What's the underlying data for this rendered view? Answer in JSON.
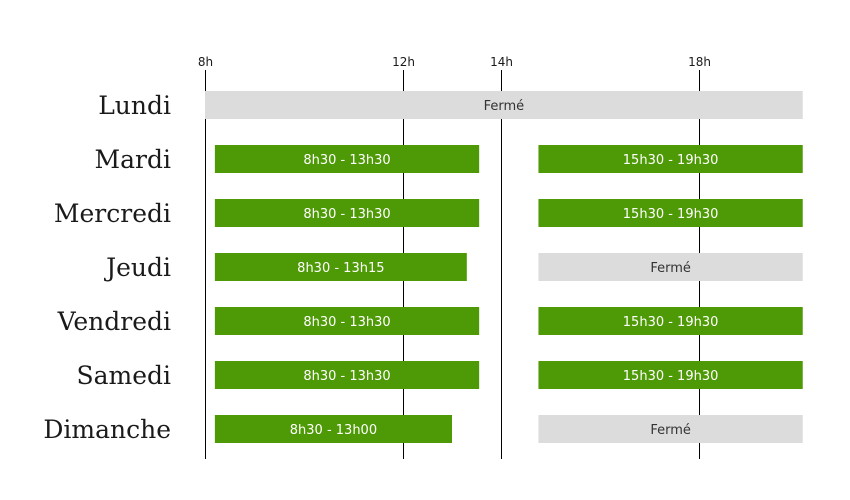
{
  "chart_data": {
    "type": "bar",
    "orientation": "horizontal-range",
    "title": "",
    "x_range_hours": [
      8,
      20.1
    ],
    "ticks": [
      {
        "label": "8h",
        "value": 8
      },
      {
        "label": "12h",
        "value": 12
      },
      {
        "label": "14h",
        "value": 14
      },
      {
        "label": "18h",
        "value": 18
      }
    ],
    "colors": {
      "open": "#4e9a06",
      "open_text": "#ffffff",
      "closed": "#dcdcdc",
      "closed_text": "#333333",
      "axis": "#000000"
    },
    "days": [
      {
        "label": "Lundi",
        "bars": [
          {
            "label": "Fermé",
            "start": 8,
            "end": 20.1,
            "status": "closed"
          }
        ]
      },
      {
        "label": "Mardi",
        "bars": [
          {
            "label": "8h30 - 13h30",
            "start": 8.2,
            "end": 13.55,
            "status": "open"
          },
          {
            "label": "15h30 - 19h30",
            "start": 14.75,
            "end": 20.1,
            "status": "open"
          }
        ]
      },
      {
        "label": "Mercredi",
        "bars": [
          {
            "label": "8h30 - 13h30",
            "start": 8.2,
            "end": 13.55,
            "status": "open"
          },
          {
            "label": "15h30 - 19h30",
            "start": 14.75,
            "end": 20.1,
            "status": "open"
          }
        ]
      },
      {
        "label": "Jeudi",
        "bars": [
          {
            "label": "8h30 - 13h15",
            "start": 8.2,
            "end": 13.3,
            "status": "open"
          },
          {
            "label": "Fermé",
            "start": 14.75,
            "end": 20.1,
            "status": "closed"
          }
        ]
      },
      {
        "label": "Vendredi",
        "bars": [
          {
            "label": "8h30 - 13h30",
            "start": 8.2,
            "end": 13.55,
            "status": "open"
          },
          {
            "label": "15h30 - 19h30",
            "start": 14.75,
            "end": 20.1,
            "status": "open"
          }
        ]
      },
      {
        "label": "Samedi",
        "bars": [
          {
            "label": "8h30 - 13h30",
            "start": 8.2,
            "end": 13.55,
            "status": "open"
          },
          {
            "label": "15h30 - 19h30",
            "start": 14.75,
            "end": 20.1,
            "status": "open"
          }
        ]
      },
      {
        "label": "Dimanche",
        "bars": [
          {
            "label": "8h30 - 13h00",
            "start": 8.2,
            "end": 13.0,
            "status": "open"
          },
          {
            "label": "Fermé",
            "start": 14.75,
            "end": 20.1,
            "status": "closed"
          }
        ]
      }
    ]
  }
}
